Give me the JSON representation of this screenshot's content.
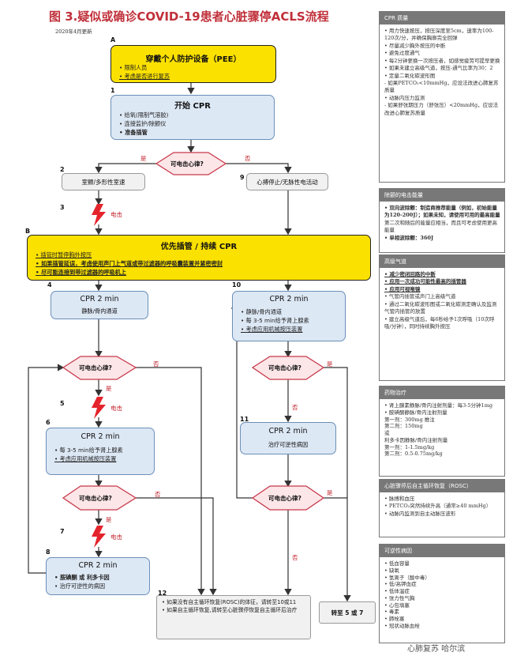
{
  "title": "图 3.疑似或确诊COVID-19患者心脏骤停ACLS流程",
  "date": "2020年4月更新",
  "steps": {
    "A": "A",
    "B": "B",
    "s1": "1",
    "s2": "2",
    "s3": "3",
    "s4": "4",
    "s5": "5",
    "s6": "6",
    "s7": "7",
    "s8": "8",
    "s9": "9",
    "s10": "10",
    "s11": "11",
    "s12": "12"
  },
  "labels": {
    "yes": "是",
    "no": "否",
    "shock": "电击"
  },
  "boxA": {
    "title": "穿戴个人防护设备（PEE）",
    "items": [
      "限制人员",
      "考虑是否进行复苏"
    ]
  },
  "box1": {
    "title": "开始 CPR",
    "items": [
      "给氧(限制气溶胶)",
      "连接监护/除颤仪",
      "准备插管"
    ]
  },
  "decision_shockable": "可电击心律?",
  "box2": "室颤/多形性室速",
  "box9": "心搏停止/无脉性电活动",
  "boxB": {
    "title": "优先插管 / 持续 CPR",
    "items": [
      "插管时暂停胸外按压",
      "如果插管延误，考虑使用声门上气道或带过滤器的呼吸囊装置并紧密密封",
      "尽可能连接到带过滤器的呼吸机上"
    ]
  },
  "box4": {
    "title": "CPR 2 min",
    "items": [
      "静脉/骨内通道"
    ]
  },
  "box10": {
    "title": "CPR 2 min",
    "items": [
      "静脉/骨内通道",
      "每 3-5 min给予肾上腺素",
      "考虑应用机械按压装置"
    ]
  },
  "box6": {
    "title": "CPR 2 min",
    "items": [
      "每 3-5 min给予肾上腺素",
      "考虑应用机械按压装置"
    ]
  },
  "box11": {
    "title": "CPR 2 min",
    "items": [
      "治疗可逆性病因"
    ]
  },
  "box8": {
    "title": "CPR 2 min",
    "items": [
      "胺碘酮 或 利多卡因",
      "治疗可逆性的病因"
    ]
  },
  "box12": {
    "items": [
      "如果没有自主循环恢复(ROSC)的体征，请转至10或11",
      "如果自主循环恢复,请转至心脏骤停恢复自主循环后治疗"
    ]
  },
  "box_goto": "转至 5 或 7",
  "panels": [
    {
      "head": "CPR 质量",
      "items": [
        "• 用力快速按压，按压深度至5cm，速率为100-120次/分，并确保胸廓完全回弹",
        "• 尽量减少胸外按压的中断",
        "• 避免过度通气",
        "• 每2分钟更换一次按压者，如感觉疲劳可提早更换",
        "• 如果未建立高级气道，按压-通气比率为30：2",
        "• 定量二氧化碳波形图",
        "  - 如果PETCO₂<10mmHg，应设法改进心肺复苏质量",
        "• 动脉内压力监测",
        "  - 如果舒张期压力（舒张压）<20mmHg，应设法改进心肺复苏质量"
      ]
    },
    {
      "head": "除颤的电击能量",
      "items": [
        "• 双向波除颤：制造商推荐能量（例如，初始能量为120-200J）；如果未知，请使用可用的最高能量",
        "第二次和随后的能量应相当，而且可考虑使用更高能量",
        "• 单相波除颤：360J"
      ]
    },
    {
      "head": "高级气道",
      "items": [
        "• 减少密闭回路的中断",
        "• 应用一次成功可能性最高的插管器",
        "• 应用可视喉镜",
        "• 气管内插管或声门上高级气道",
        "• 通过二氧化碳波形图或二氧化碳测定确认及监测气管内插管的放置",
        "• 建立高级气道后，每6秒给予1次呼吸（10次呼吸/分钟），同时持续胸外按压"
      ]
    },
    {
      "head": "药物治疗",
      "items": [
        "• 肾上腺素静脉/骨内注射剂量：每3-5分钟1mg",
        "• 胺碘酮静脉/骨内注射剂量",
        "第一剂：300mg 推注",
        "第二剂：150mg",
        "或",
        "利多卡因静脉/骨内注射剂量",
        "第一剂：1-1.5mg/kg",
        "第二剂：0.5-0.75mg/kg"
      ]
    },
    {
      "head": "心脏骤停后自主循环恢复（ROSC）",
      "items": [
        "• 脉搏和血压",
        "• PETCO₂突然持续升高（通常≥40 mmHg）",
        "• 动脉内监测到自主动脉压波形"
      ]
    },
    {
      "head": "可逆性病因",
      "items": [
        "• 低血容量",
        "• 缺氧",
        "• 氢离子（酸中毒）",
        "• 低/高钾血症",
        "• 低体温症",
        "• 张力性气胸",
        "• 心包填塞",
        "• 毒素",
        "• 肺栓塞",
        "• 冠状动脉血栓"
      ]
    }
  ],
  "watermark": "心肺复苏 哈尔滨"
}
